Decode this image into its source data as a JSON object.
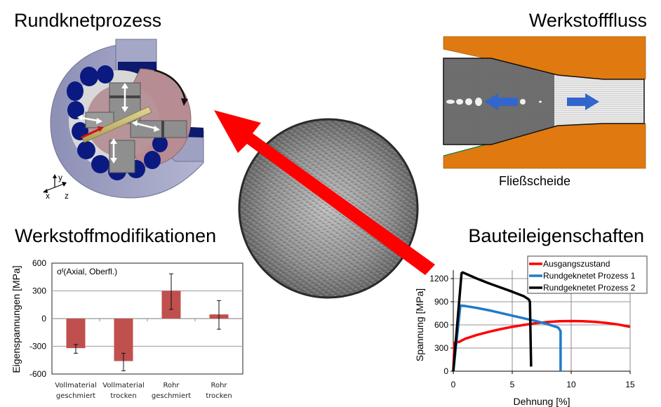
{
  "titles": {
    "process": "Rundknetprozess",
    "flow": "Werkstofffluss",
    "modifications": "Werkstoffmodifikationen",
    "properties": "Bauteileigenschaften"
  },
  "flow_caption": "Fließscheide",
  "axes_triad": {
    "x": "x",
    "y": "y",
    "z": "z"
  },
  "colors": {
    "arrow": "#ff0000",
    "die_orange": "#e07a10",
    "flow_arrow": "#3366cc",
    "bar": "#c0504d",
    "housing": "#9c9fc0",
    "roller": "#0a1a7a",
    "disc": "#b58b8f"
  },
  "chart_data": [
    {
      "type": "bar",
      "title": "σᴵ(Axial, Oberfl.)",
      "xlabel": "",
      "ylabel": "Eigenspannungen [MPa]",
      "ylim": [
        -600,
        600
      ],
      "yticks": [
        "600",
        "300",
        "0",
        "-300",
        "-600"
      ],
      "ytick_values": [
        600,
        300,
        0,
        -300,
        -600
      ],
      "categories": [
        [
          "Vollmaterial",
          "geschmiert"
        ],
        [
          "Vollmaterial",
          "trocken"
        ],
        [
          "Rohr",
          "geschmiert"
        ],
        [
          "Rohr",
          "trocken"
        ]
      ],
      "values": [
        -320,
        -460,
        300,
        45
      ],
      "error_low": [
        -375,
        -565,
        100,
        -115
      ],
      "error_high": [
        -280,
        -375,
        485,
        195
      ],
      "grid": true
    },
    {
      "type": "line",
      "xlabel": "Dehnung [%]",
      "ylabel": "Spannung [MPa]",
      "xlim": [
        0,
        15
      ],
      "ylim": [
        0,
        1200
      ],
      "xticks": [
        "0",
        "5",
        "10",
        "15"
      ],
      "xtick_values": [
        0,
        5,
        10,
        15
      ],
      "yticks": [
        "0",
        "300",
        "600",
        "900",
        "1200"
      ],
      "ytick_values": [
        0,
        300,
        600,
        900,
        1200
      ],
      "grid": true,
      "legend_position": "top-right",
      "series": [
        {
          "name": "Ausgangszustand",
          "color": "#ff0000",
          "x": [
            0,
            0.1,
            0.5,
            1,
            2,
            3,
            4,
            5,
            6,
            7,
            8,
            9,
            10,
            11,
            12,
            13,
            14,
            15
          ],
          "y": [
            0,
            370,
            380,
            420,
            470,
            510,
            545,
            575,
            600,
            622,
            638,
            648,
            650,
            648,
            640,
            625,
            605,
            575
          ]
        },
        {
          "name": "Rundgeknetet Prozess 1",
          "color": "#1e7bc8",
          "x": [
            0,
            0.6,
            1,
            2,
            3,
            4,
            5,
            6,
            7,
            8,
            8.9,
            9.1,
            9.1
          ],
          "y": [
            0,
            850,
            845,
            820,
            790,
            755,
            720,
            685,
            650,
            610,
            565,
            520,
            0
          ]
        },
        {
          "name": "Rundgeknetet Prozess 2",
          "color": "#000000",
          "x": [
            0,
            0.7,
            0.8,
            2,
            3,
            4,
            5,
            6,
            6.4,
            6.5,
            6.6
          ],
          "y": [
            0,
            1270,
            1280,
            1200,
            1140,
            1085,
            1030,
            970,
            930,
            900,
            60
          ]
        }
      ]
    }
  ]
}
